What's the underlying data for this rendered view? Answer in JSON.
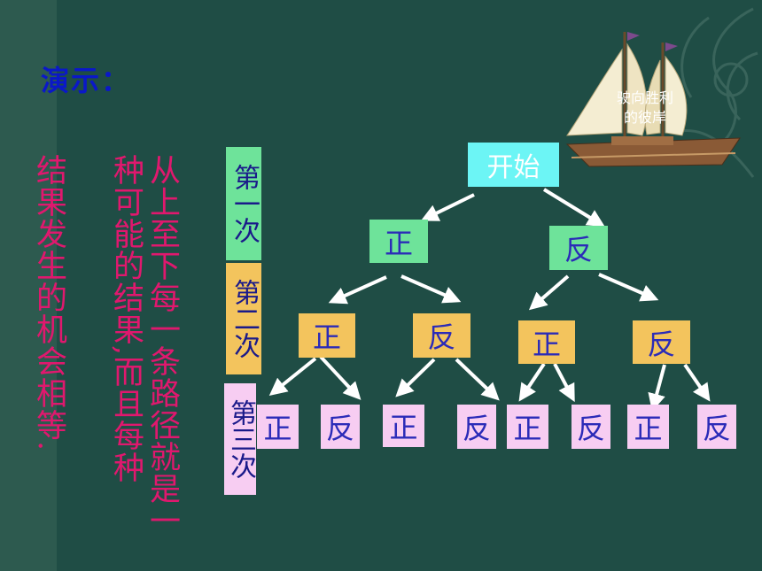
{
  "title": "演示：",
  "description_col1": "从上至下每一条路径就是一种可能的结果,而且每种",
  "description_col2": "结果发生的机会相等.",
  "levels": [
    "第一次",
    "第二次",
    "第三次"
  ],
  "ship_caption": [
    "驶向胜利",
    "的彼岸"
  ],
  "tree": {
    "root": "开始",
    "level1": [
      "正",
      "反"
    ],
    "level2": [
      "正",
      "反",
      "正",
      "反"
    ],
    "level3": [
      "正",
      "反",
      "正",
      "反",
      "正",
      "反",
      "正",
      "反"
    ]
  },
  "colors": {
    "background": "#1f4d45",
    "root_box": "#6cf5f5",
    "level1_box": "#6ee39a",
    "level2_box": "#f3c45d",
    "level3_box": "#f7cdf2",
    "text_pink": "#e0186e",
    "title_blue": "#0a18c8"
  }
}
